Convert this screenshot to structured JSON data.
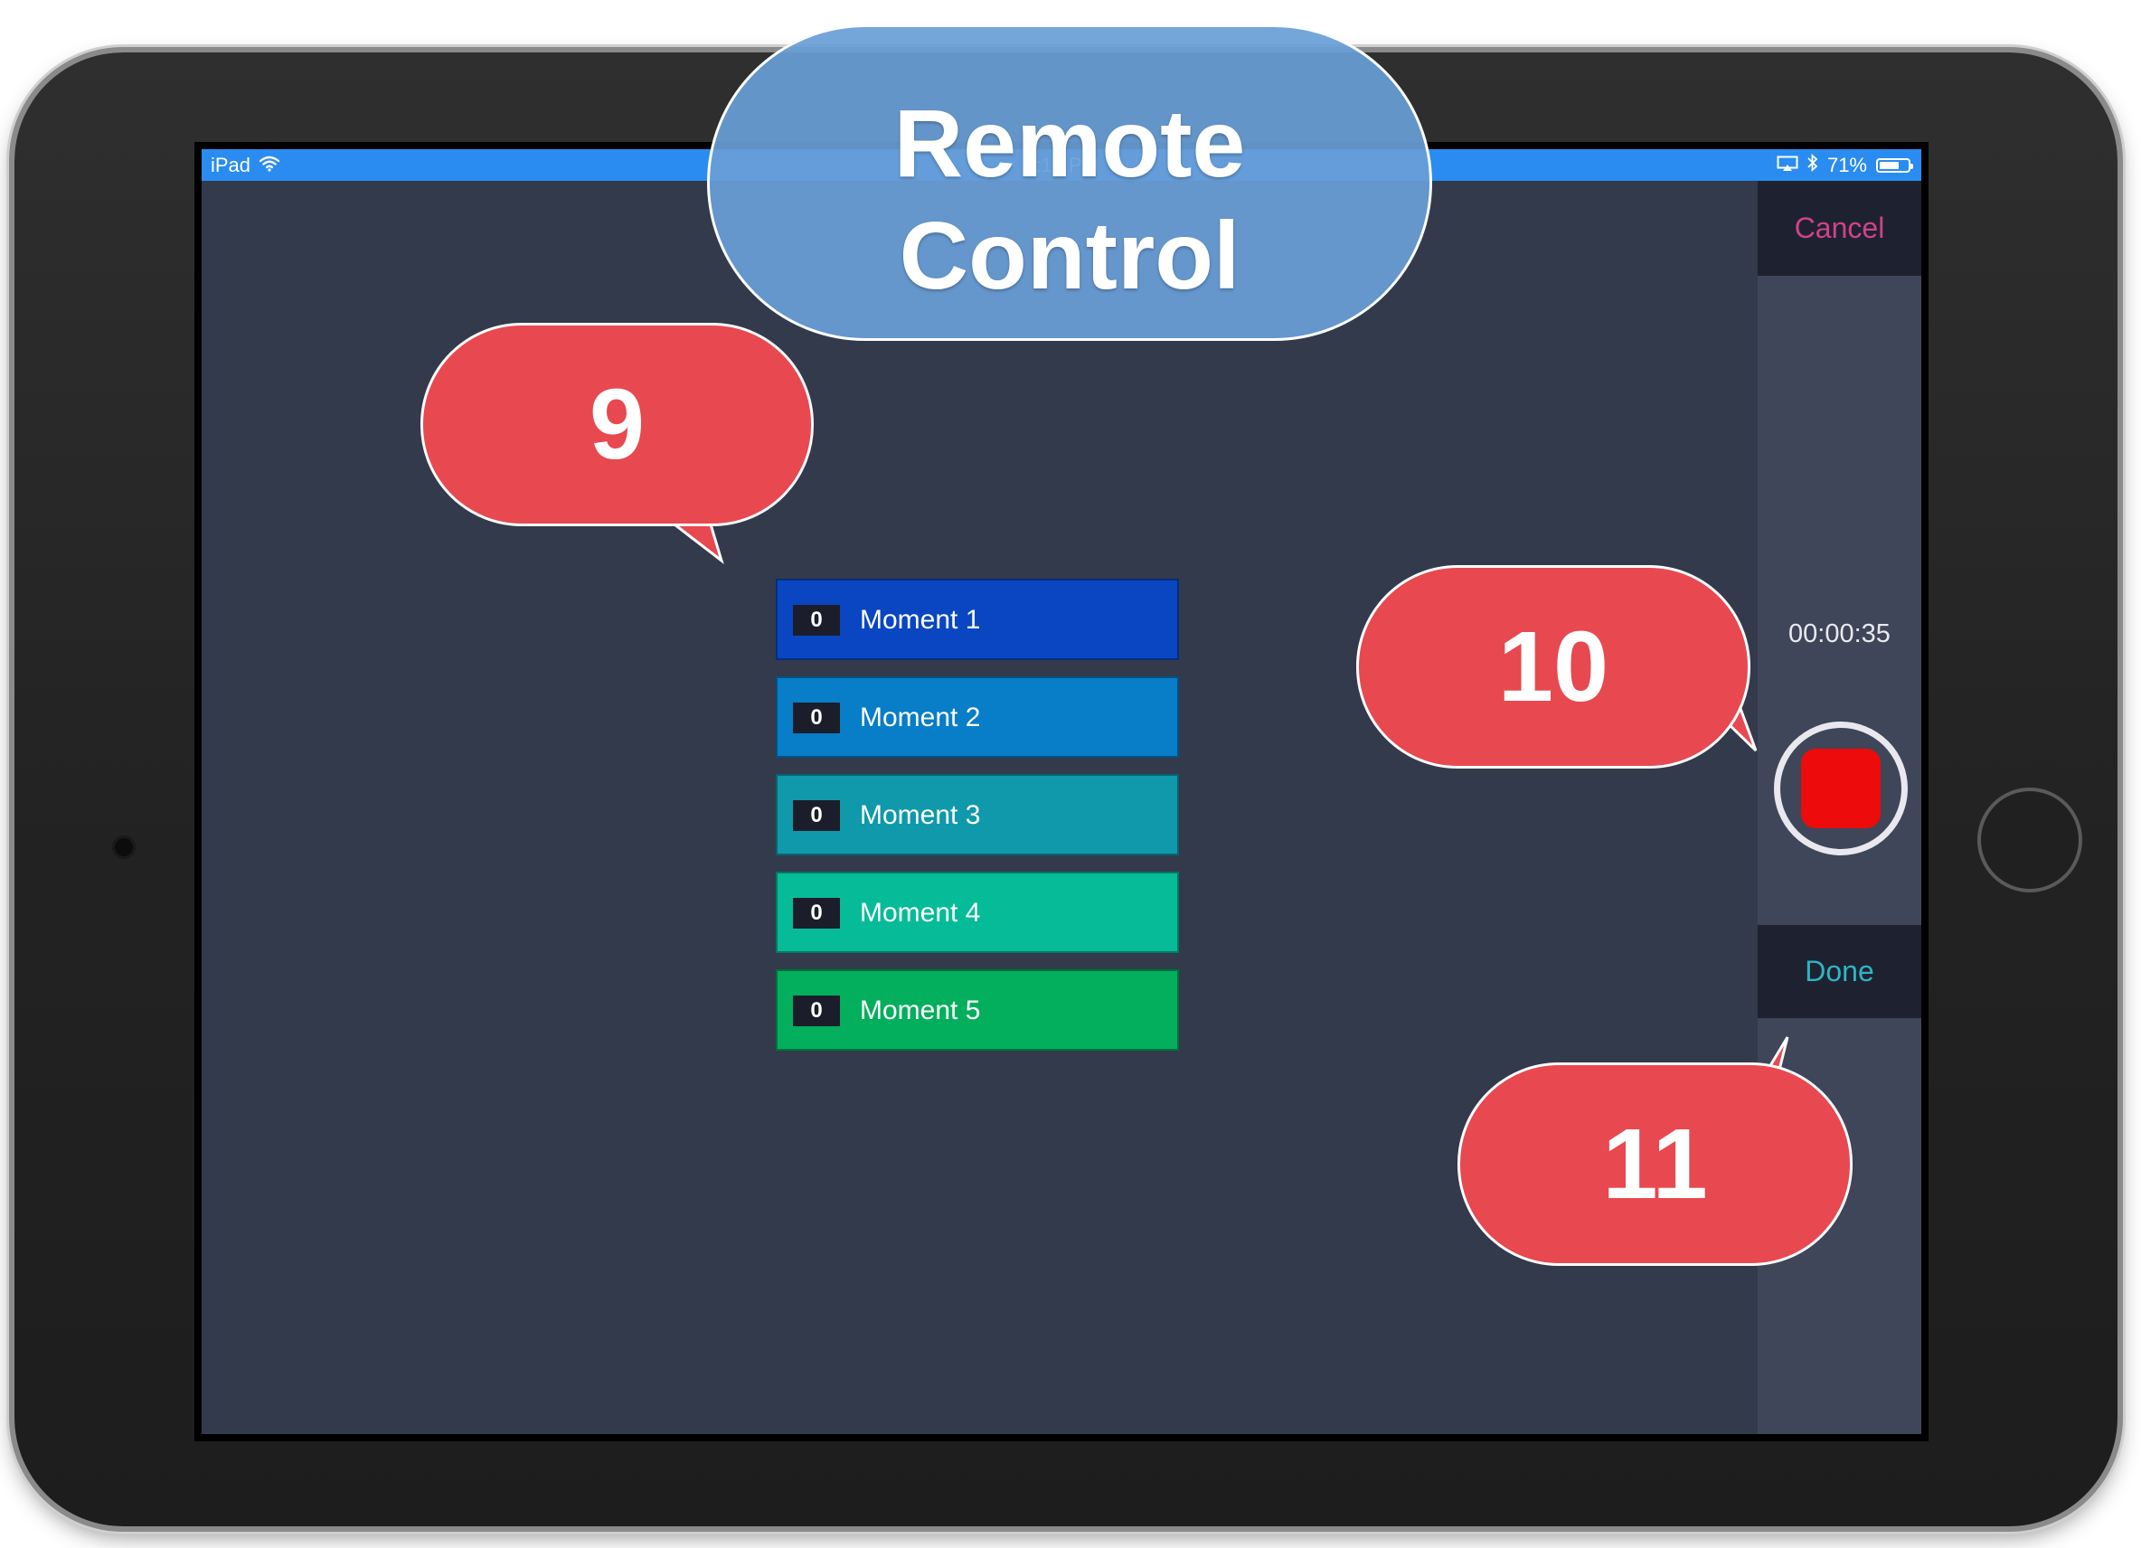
{
  "status_bar": {
    "device": "iPad",
    "time": "3:15 PM",
    "battery_percent": "71%",
    "battery_level": 0.71,
    "icons": [
      "wifi-icon",
      "airplay-icon",
      "bluetooth-icon",
      "battery-icon"
    ]
  },
  "moments": [
    {
      "count": "0",
      "label": "Moment 1",
      "color": "#0a46c2"
    },
    {
      "count": "0",
      "label": "Moment 2",
      "color": "#087dc8"
    },
    {
      "count": "0",
      "label": "Moment 3",
      "color": "#0f99ab"
    },
    {
      "count": "0",
      "label": "Moment 4",
      "color": "#06bb98"
    },
    {
      "count": "0",
      "label": "Moment 5",
      "color": "#03af5c"
    }
  ],
  "panel": {
    "cancel_label": "Cancel",
    "timer": "00:00:35",
    "done_label": "Done",
    "record_state": "recording"
  },
  "annotations": {
    "title_line1": "Remote",
    "title_line2": "Control",
    "callout_9": "9",
    "callout_10": "10",
    "callout_11": "11"
  },
  "colors": {
    "screen_bg": "#333a4b",
    "status_bar": "#2a8cf0",
    "cancel_text": "#d0428a",
    "done_text": "#2fb4c6",
    "record_red": "#ee0b0b",
    "callout_red": "#e8484f",
    "title_bubble": "#699ed7"
  }
}
